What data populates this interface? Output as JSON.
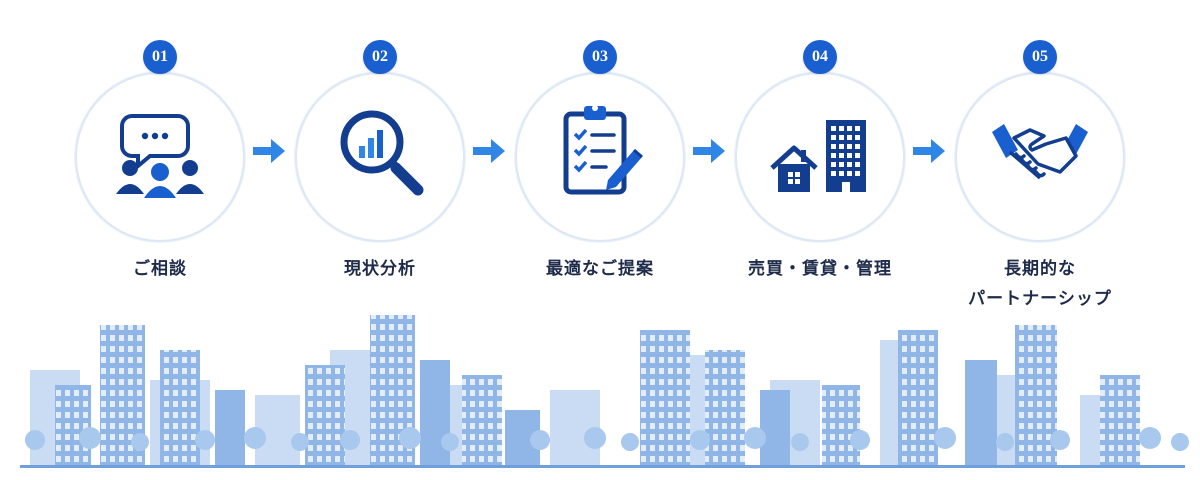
{
  "steps": [
    {
      "num": "01",
      "label": "ご相談",
      "icon": "consultation-chat-people-icon"
    },
    {
      "num": "02",
      "label": "現状分析",
      "icon": "magnifier-bar-chart-icon"
    },
    {
      "num": "03",
      "label": "最適なご提案",
      "icon": "clipboard-checklist-icon"
    },
    {
      "num": "04",
      "label": "売買・賃貸・管理",
      "icon": "house-building-icon"
    },
    {
      "num": "05",
      "label_line1": "長期的な",
      "label_line2": "パートナーシップ",
      "icon": "handshake-icon"
    }
  ],
  "colors": {
    "accent": "#1a5fd0",
    "icon_dark": "#133e8f",
    "arrow": "#2f86e6",
    "text": "#1e2b4a",
    "ring": "#dde8f6",
    "skyline": "#8fb6e6"
  },
  "decoration": "city-skyline-watercolor"
}
